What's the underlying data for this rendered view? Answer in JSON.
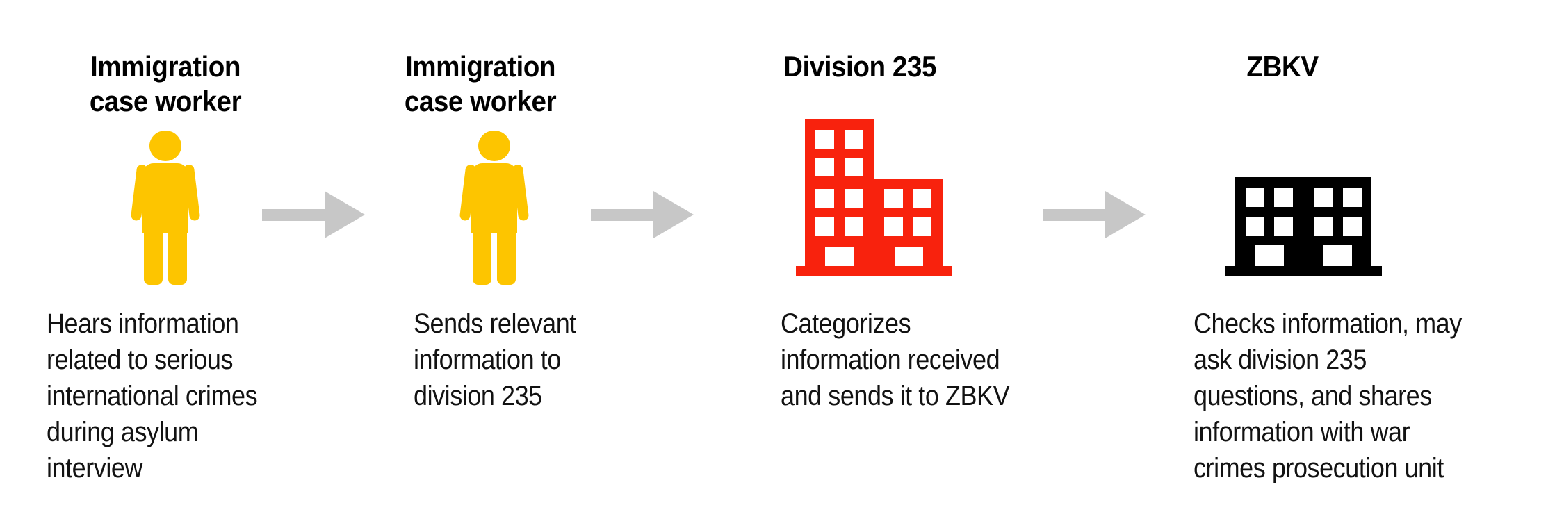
{
  "figure": {
    "type": "process-flow-diagram",
    "background": "#FFFFFF",
    "direction": "left-to-right"
  },
  "colors": {
    "person_yellow": "#FDC500",
    "division_red": "#F8220D",
    "zbkv_black": "#000000",
    "arrow_gray": "#C7C7C7",
    "title_text": "#000000",
    "body_text": "#121212",
    "window_white": "#FFFFFF"
  },
  "steps": [
    {
      "name": "immigration-case-worker-1",
      "icon": "person-icon",
      "icon_color": "#FDC500",
      "title_lines": [
        "Immigration",
        "case worker"
      ],
      "description_lines": [
        "Hears information",
        "related to serious",
        "international crimes",
        "during asylum",
        "interview"
      ]
    },
    {
      "name": "immigration-case-worker-2",
      "icon": "person-icon",
      "icon_color": "#FDC500",
      "title_lines": [
        "Immigration",
        "case worker"
      ],
      "description_lines": [
        "Sends relevant",
        "information to",
        "division 235"
      ]
    },
    {
      "name": "division-235",
      "icon": "building-icon",
      "icon_color": "#F8220D",
      "title_lines": [
        "Division 235"
      ],
      "description_lines": [
        "Categorizes",
        "information received",
        "and sends it to ZBKV"
      ]
    },
    {
      "name": "zbkv",
      "icon": "building-wide-icon",
      "icon_color": "#000000",
      "title_lines": [
        "ZBKV"
      ],
      "description_lines": [
        "Checks information, may",
        "ask division 235",
        "questions, and shares",
        "information with war",
        "crimes prosecution unit"
      ]
    }
  ],
  "arrows": [
    {
      "icon": "arrow-right-icon",
      "color": "#C7C7C7"
    },
    {
      "icon": "arrow-right-icon",
      "color": "#C7C7C7"
    },
    {
      "icon": "arrow-right-icon",
      "color": "#C7C7C7"
    }
  ]
}
